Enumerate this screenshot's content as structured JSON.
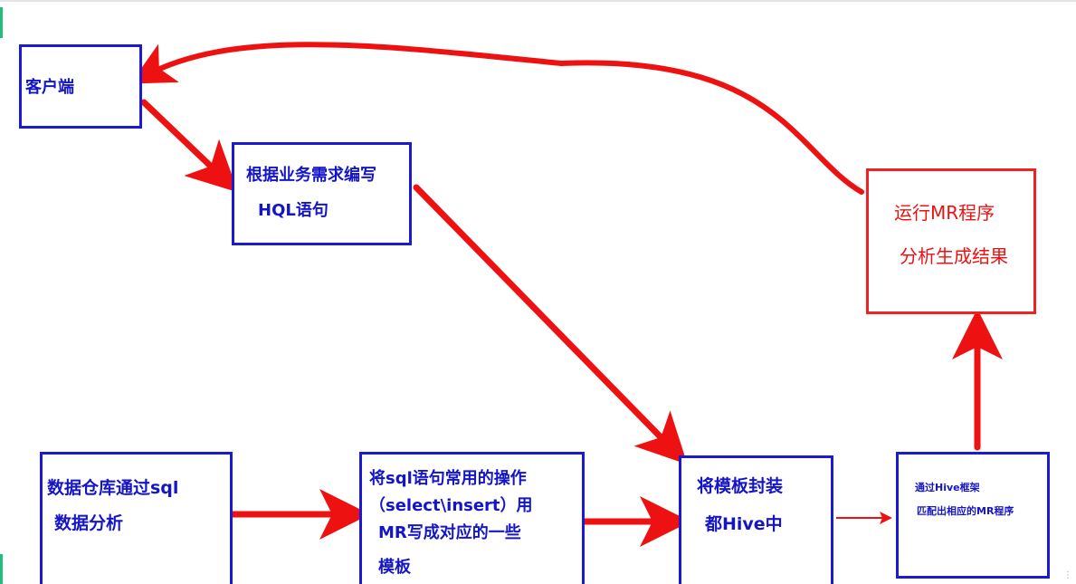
{
  "boxes": {
    "client": {
      "lines": [
        "客户端"
      ]
    },
    "write_hql": {
      "lines": [
        "根据业务需求编写",
        "HQL语句"
      ]
    },
    "run_mr": {
      "lines": [
        "运行MR程序",
        "分析生成结果"
      ]
    },
    "dw_sql": {
      "lines": [
        "数据仓库通过sql",
        "数据分析"
      ]
    },
    "templates": {
      "lines": [
        "将sql语句常用的操作",
        "（select\\insert）用",
        "MR写成对应的一些",
        "模板"
      ]
    },
    "hive_wrap": {
      "lines": [
        "将模板封装",
        "都Hive中"
      ]
    },
    "hive_match": {
      "lines": [
        "通过Hive框架",
        "匹配出相应的MR程序"
      ]
    }
  },
  "colors": {
    "box_border": "#1a1ad6",
    "box_text": "#1515c8",
    "highlight": "#ee2222",
    "arrow": "#ee1111"
  }
}
